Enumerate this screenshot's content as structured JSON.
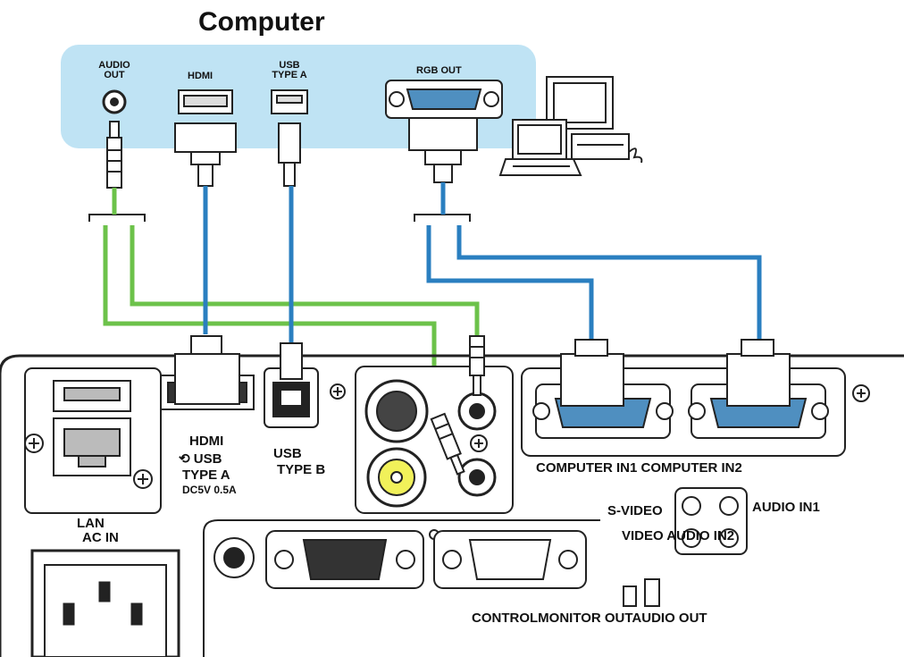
{
  "title": "Computer",
  "computer_ports": {
    "audio_out": "AUDIO\nOUT",
    "hdmi": "HDMI",
    "usb_type_a": "USB\nTYPE A",
    "rgb_out": "RGB OUT"
  },
  "projector_labels": {
    "hdmi": "HDMI",
    "usb_a_line1": "⟲ USB",
    "usb_a_line2": "TYPE A",
    "usb_a_power": "DC5V 0.5A",
    "usb_type_b_line1": "USB",
    "usb_type_b_line2": "TYPE B",
    "lan": "LAN",
    "ac_in": "AC IN",
    "computer_in1_in2": "COMPUTER IN1 COMPUTER IN2",
    "s_video": "S-VIDEO",
    "audio_in1": "AUDIO IN1",
    "video_audio_in2": "VIDEO AUDIO IN2",
    "control_monitor_audio_out": "CONTROLMONITOR OUTAUDIO OUT"
  },
  "colors": {
    "panel_blue": "#bfe3f4",
    "audio_cable": "#6cc24a",
    "video_cable": "#2a7fc0",
    "outline": "#222222"
  }
}
